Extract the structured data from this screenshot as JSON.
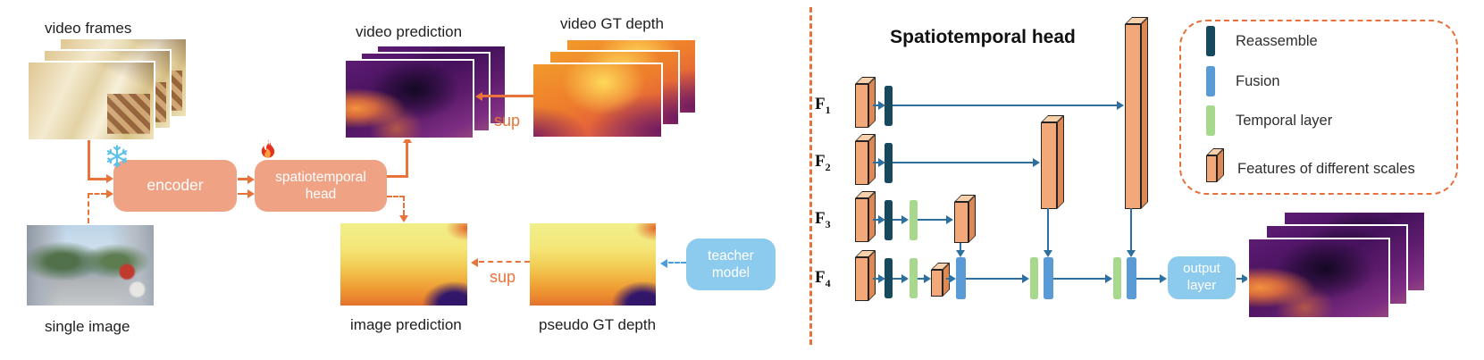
{
  "figure": {
    "left": {
      "video_frames_label": "video frames",
      "video_prediction_label": "video prediction",
      "video_gt_label": "video GT depth",
      "single_image_label": "single image",
      "image_prediction_label": "image prediction",
      "pseudo_gt_label": "pseudo GT depth",
      "encoder_label": "encoder",
      "head_line1": "spatiotemporal",
      "head_line2": "head",
      "teacher_line1": "teacher",
      "teacher_line2": "model",
      "sup_video": "sup",
      "sup_image": "sup"
    },
    "right": {
      "title": "Spatiotemporal head",
      "features": [
        {
          "name": "F",
          "sub": "1"
        },
        {
          "name": "F",
          "sub": "2"
        },
        {
          "name": "F",
          "sub": "3"
        },
        {
          "name": "F",
          "sub": "4"
        }
      ],
      "output_line1": "output",
      "output_line2": "layer",
      "legend": [
        {
          "label": "Reassemble",
          "color": "#17495e"
        },
        {
          "label": "Fusion",
          "color": "#5b9bd5"
        },
        {
          "label": "Temporal layer",
          "color": "#a8d88e"
        },
        {
          "label": "Features of different scales",
          "color": "#f3a87a"
        }
      ]
    },
    "icons": {
      "snowflake": "frozen (❄)",
      "fire": "trainable (🔥)"
    },
    "colors": {
      "block_salmon": "#f0a285",
      "arrow_orange": "#e8743c",
      "block_blue": "#8dcbee",
      "arrow_steel": "#2d6f9e",
      "teacher_arrow_blue": "#4a9de0",
      "reassemble": "#17495e",
      "fusion": "#5b9bd5",
      "temporal_layer": "#a8d88e",
      "feature_face": "#f3a87a",
      "divider_dash": "#e8703a"
    }
  }
}
